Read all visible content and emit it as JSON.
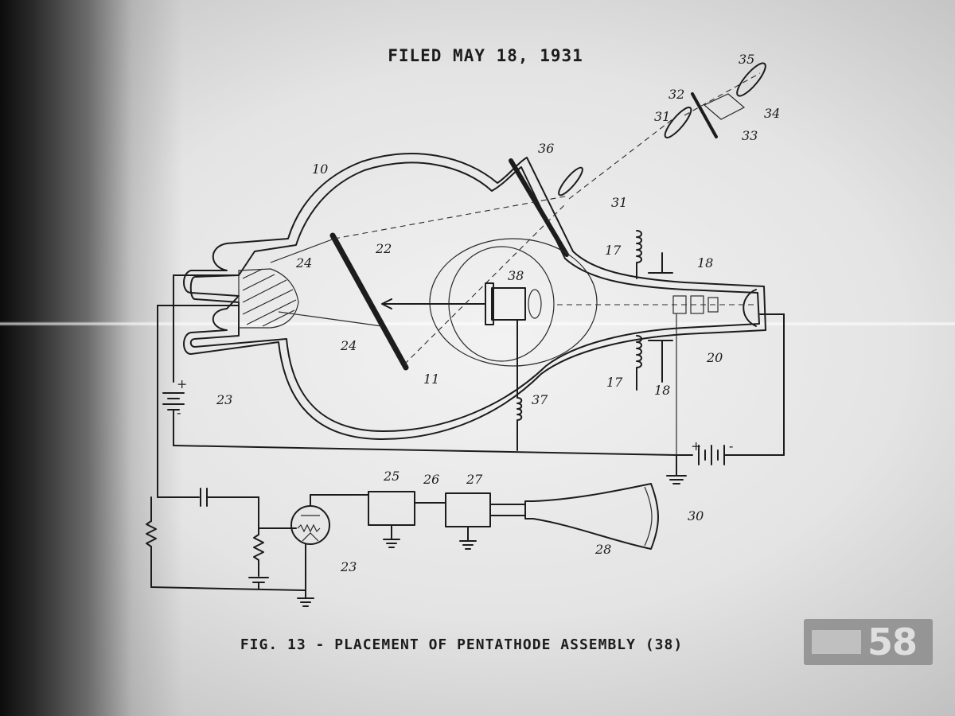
{
  "header": {
    "filed_text": "FILED MAY 18, 1931"
  },
  "caption": "FIG. 13 - PLACEMENT OF PENTATHODE ASSEMBLY (38)",
  "labels": {
    "l10": "10",
    "l11": "11",
    "l17a": "17",
    "l17b": "17",
    "l18a": "18",
    "l18b": "18",
    "l20": "20",
    "l22": "22",
    "l23a": "23",
    "l23b": "23",
    "l24a": "24",
    "l24b": "24",
    "l25": "25",
    "l26": "26",
    "l27": "27",
    "l28": "28",
    "l30": "30",
    "l31a": "31",
    "l31b": "31",
    "l32": "32",
    "l33": "33",
    "l34": "34",
    "l35": "35",
    "l36": "36",
    "l37": "37",
    "l38": "38",
    "plus1": "+",
    "minus1": "-",
    "plus2": "+",
    "minus2": "-"
  },
  "watermark": {
    "number": "58"
  },
  "colors": {
    "ink": "#1c1c1c",
    "paper": "#e6e6e6"
  }
}
